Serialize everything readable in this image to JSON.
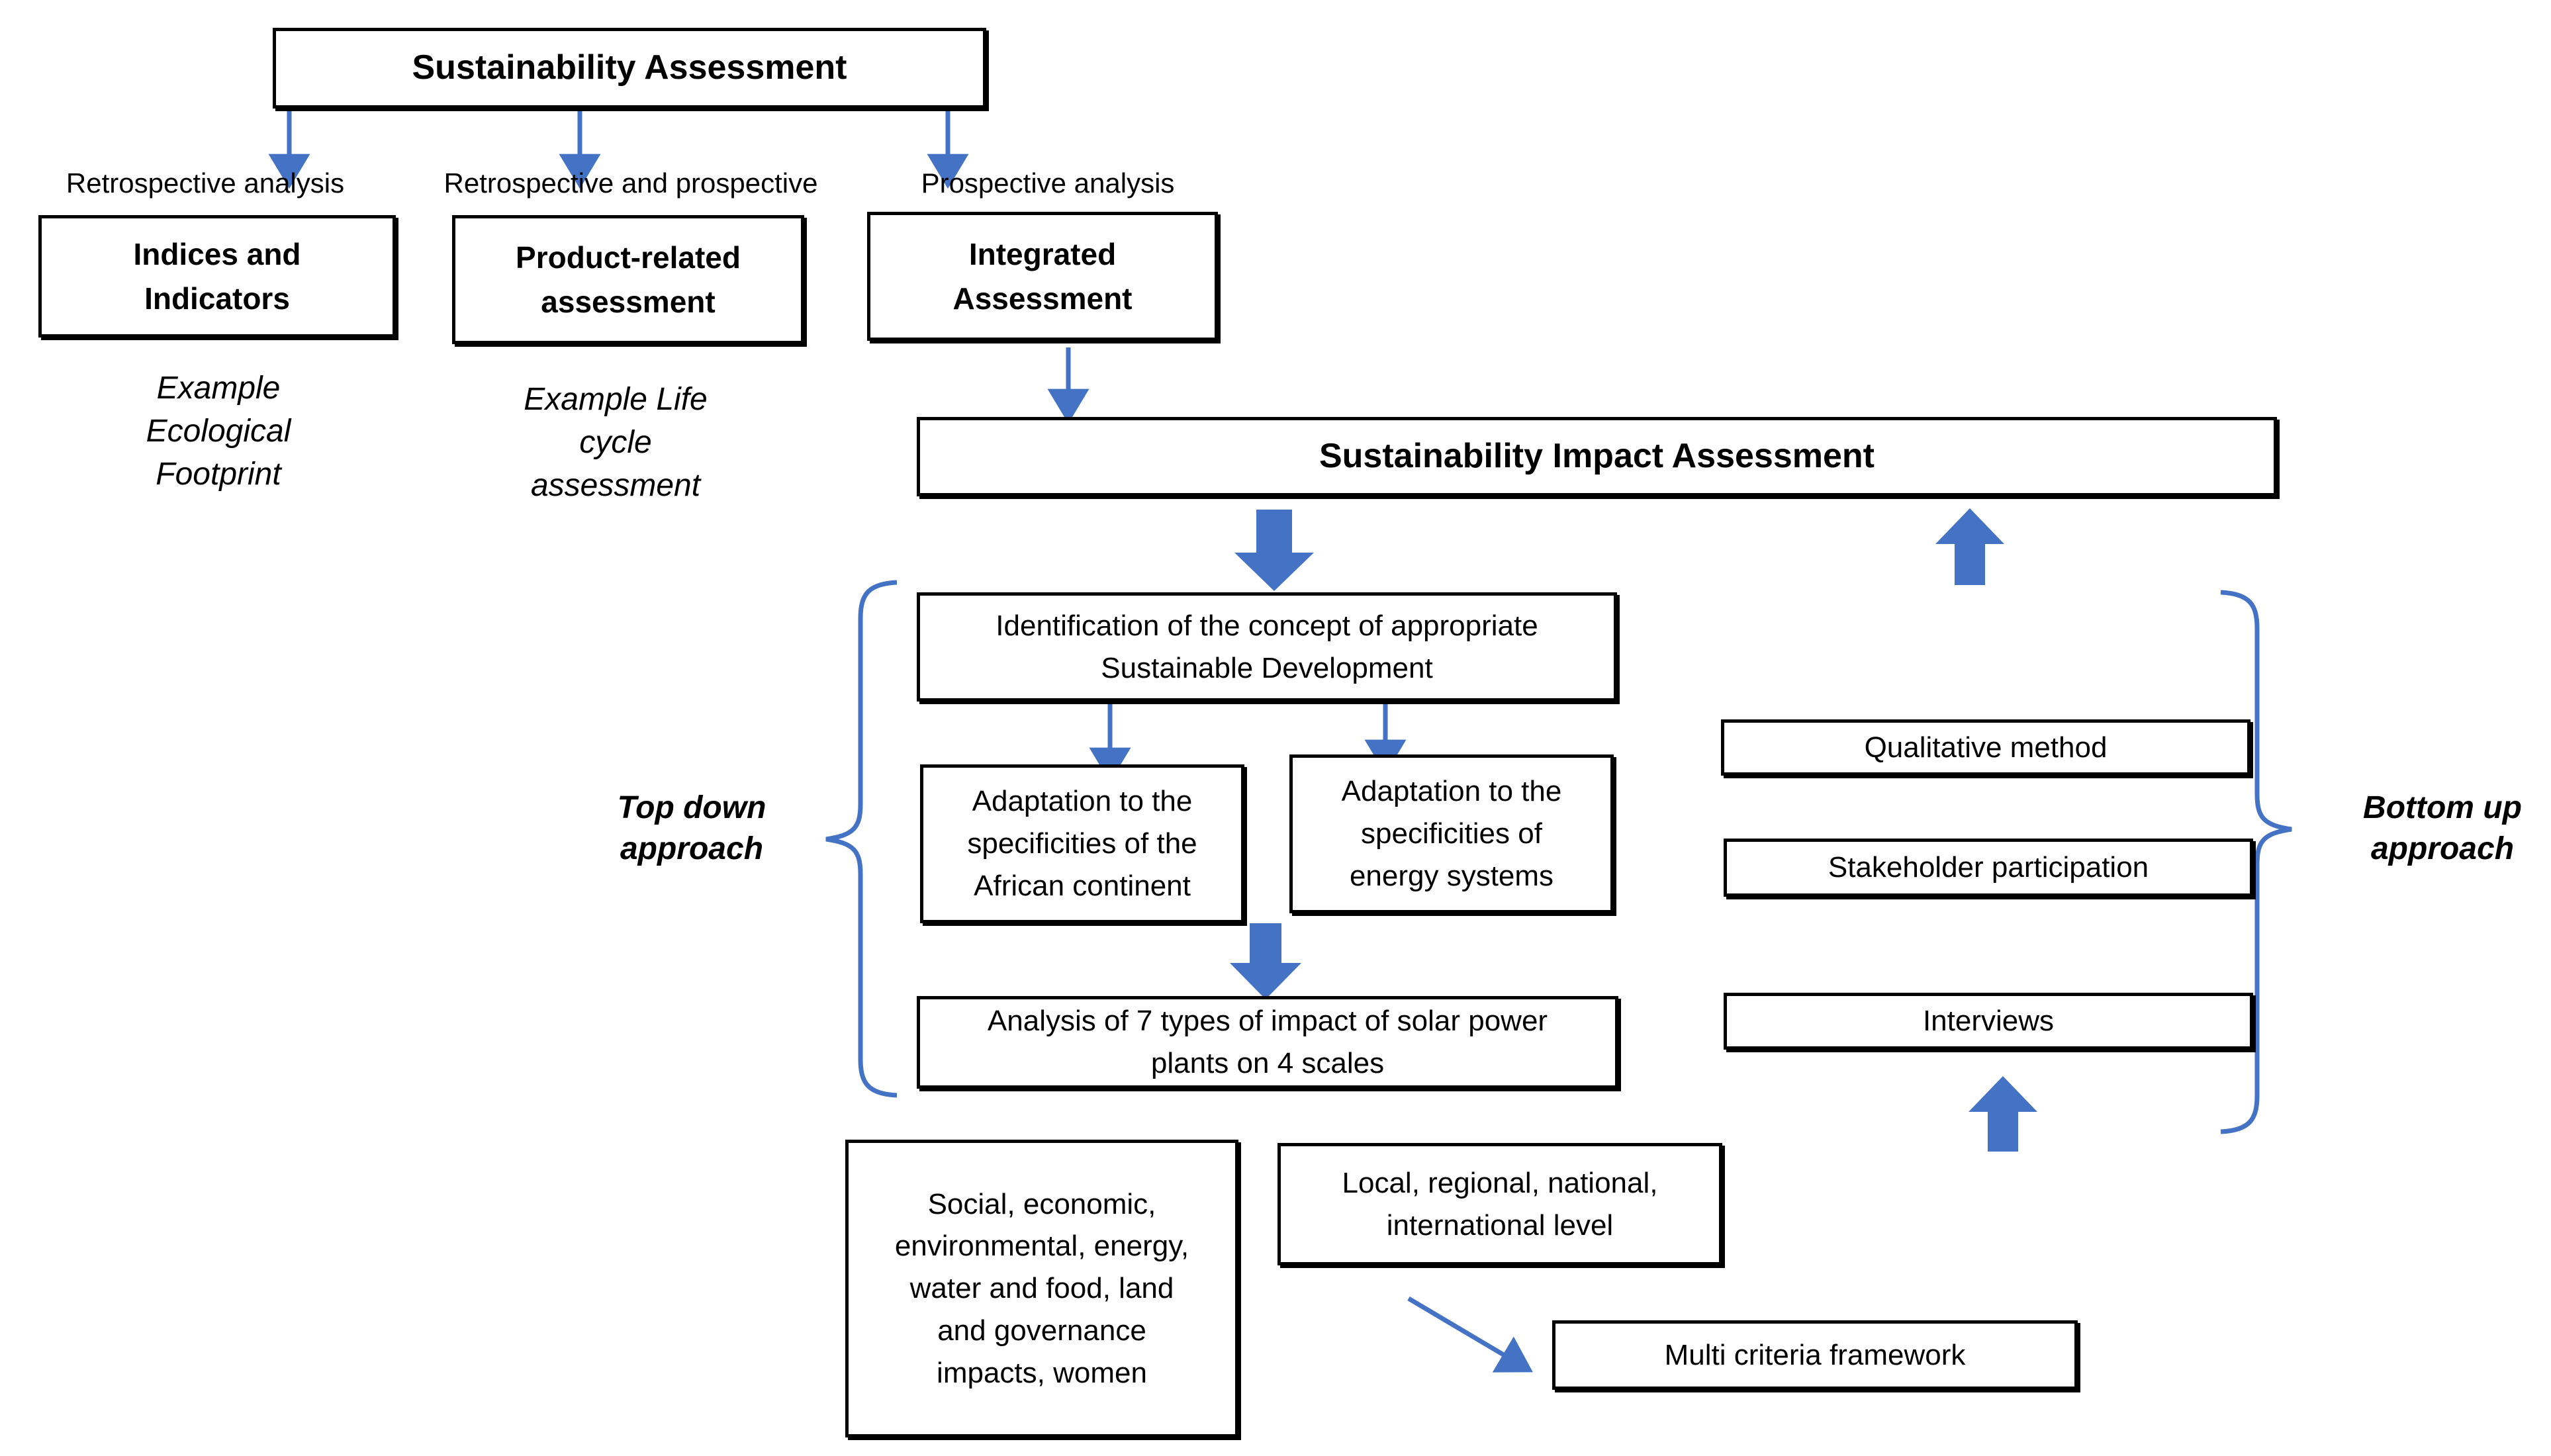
{
  "diagram": {
    "title_box": {
      "label": "Sustainability  Assessment"
    },
    "branch_labels": [
      {
        "label": "Retrospective analysis"
      },
      {
        "label": "Retrospective and prospective"
      },
      {
        "label": "Prospective analysis"
      }
    ],
    "category_boxes": [
      {
        "label": "Indices and Indicators"
      },
      {
        "label": "Product-related assessment"
      },
      {
        "label": "Integrated Assessment"
      }
    ],
    "examples": [
      {
        "label": "Example Ecological Footprint"
      },
      {
        "label": "Example Life cycle assessment"
      }
    ],
    "sia_box": {
      "label": "Sustainability Impact Assessment"
    },
    "topdown_label": {
      "label": "Top down approach"
    },
    "bottomup_label": {
      "label": "Bottom up approach"
    },
    "left_flow": [
      {
        "label": "Identification of the concept of appropriate Sustainable Development"
      },
      {
        "label": "Adaptation to the specificities of the African continent"
      },
      {
        "label": "Adaptation to the specificities of energy systems"
      },
      {
        "label": "Analysis of 7 types of impact of solar power plants on 4 scales"
      }
    ],
    "right_methods": [
      {
        "label": "Qualitative method"
      },
      {
        "label": "Stakeholder participation"
      },
      {
        "label": "Interviews"
      }
    ],
    "bottom_detail_boxes": [
      {
        "label": "Social, economic, environmental, energy, water and food, land and governance impacts, women"
      },
      {
        "label": "Local, regional, national, international level"
      },
      {
        "label": "Multi criteria framework"
      }
    ],
    "colors": {
      "thin_arrow": "#4472C4",
      "thick_arrow": "#4472C4",
      "brace": "#4472C4",
      "box_border": "#000000",
      "text": "#000000",
      "background": "#FFFFFF"
    }
  }
}
